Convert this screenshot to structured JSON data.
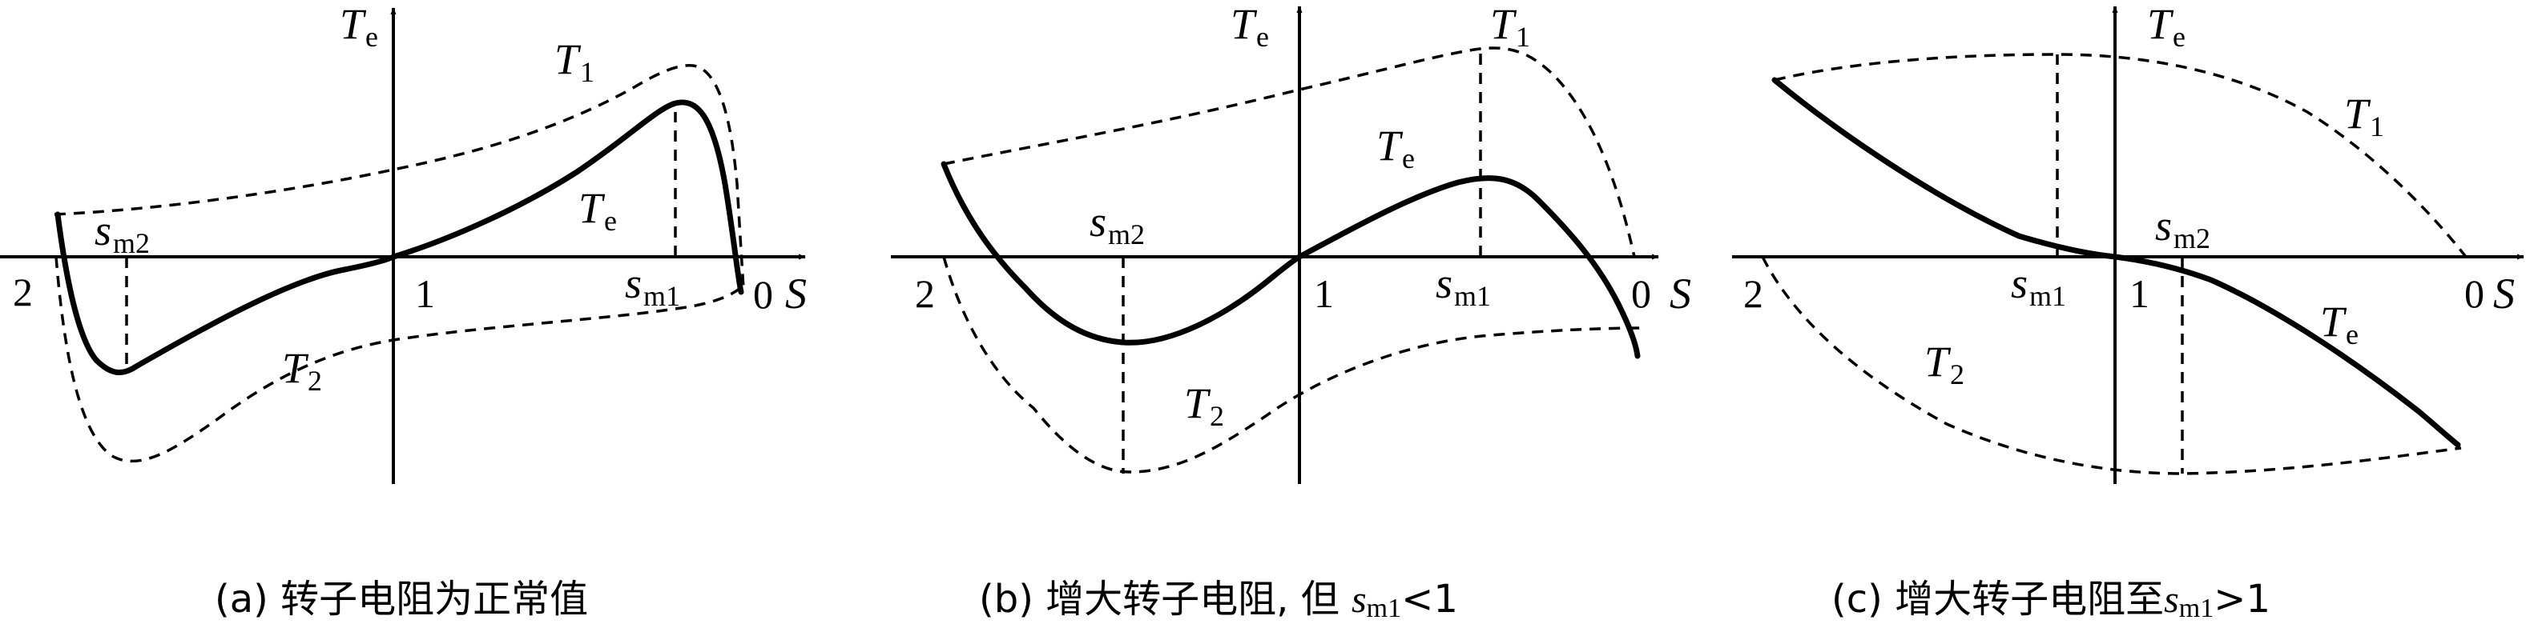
{
  "panels": [
    {
      "caption": "(a) 转子电阻为正常值",
      "y_axis": "T",
      "y_axis_sub": "e",
      "x_axis": "S",
      "tick_2": "2",
      "tick_1": "1",
      "tick_0": "0",
      "curve_upper": "T",
      "curve_upper_sub": "1",
      "curve_lower": "T",
      "curve_lower_sub": "2",
      "curve_main": "T",
      "curve_main_sub": "e",
      "slip_pos": "s",
      "slip_pos_sub": "m1",
      "slip_neg": "s",
      "slip_neg_sub": "m2"
    },
    {
      "caption_main": "(b) 增大转子电阻, 但 ",
      "caption_s": "s",
      "caption_sub": "m1",
      "caption_rel": "<1",
      "y_axis": "T",
      "y_axis_sub": "e",
      "x_axis": "S",
      "tick_2": "2",
      "tick_1": "1",
      "tick_0": "0",
      "curve_upper": "T",
      "curve_upper_sub": "1",
      "curve_lower": "T",
      "curve_lower_sub": "2",
      "curve_main": "T",
      "curve_main_sub": "e",
      "slip_pos": "s",
      "slip_pos_sub": "m1",
      "slip_neg": "s",
      "slip_neg_sub": "m2"
    },
    {
      "caption_main": "(c) 增大转子电阻至",
      "caption_s": "s",
      "caption_sub": "m1",
      "caption_rel": ">1",
      "y_axis": "T",
      "y_axis_sub": "e",
      "x_axis": "S",
      "tick_2": "2",
      "tick_1": "1",
      "tick_0": "0",
      "curve_upper": "T",
      "curve_upper_sub": "1",
      "curve_lower": "T",
      "curve_lower_sub": "2",
      "curve_main": "T",
      "curve_main_sub": "e",
      "slip_pos": "s",
      "slip_pos_sub": "m1",
      "slip_neg": "s",
      "slip_neg_sub": "m2"
    }
  ]
}
